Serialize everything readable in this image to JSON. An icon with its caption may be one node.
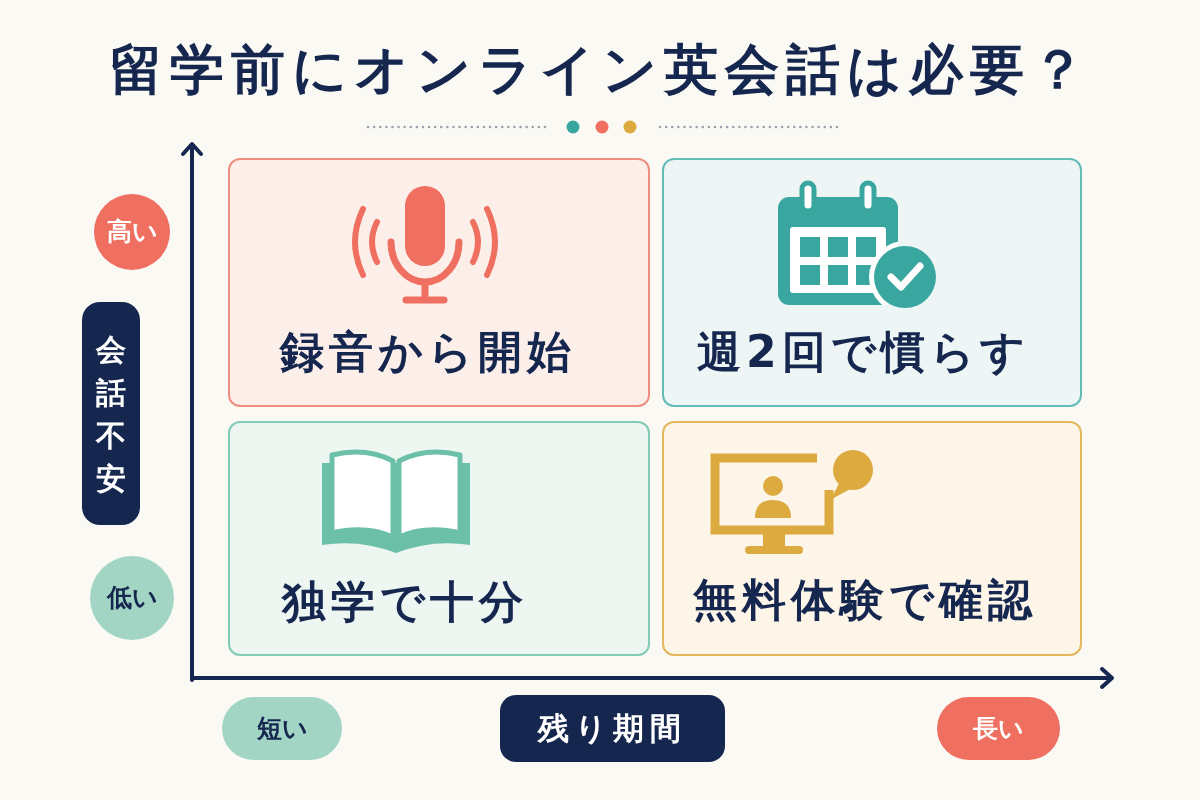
{
  "diagram": {
    "title": "留学前にオンライン英会話は必要？",
    "nodes": [
      {
        "text": [
          "高い"
        ]
      },
      {
        "text": [
          "録音から開始"
        ]
      },
      {
        "text": [
          "週2回で慣らす"
        ]
      },
      {
        "text": [
          "会話不安"
        ]
      },
      {
        "text": [
          "低い"
        ]
      },
      {
        "text": [
          "独学で十分"
        ]
      },
      {
        "text": [
          "無料体験で確認"
        ]
      },
      {
        "text": [
          "短い"
        ]
      },
      {
        "text": [
          "残り期間"
        ]
      },
      {
        "text": [
          "長い"
        ]
      }
    ]
  }
}
